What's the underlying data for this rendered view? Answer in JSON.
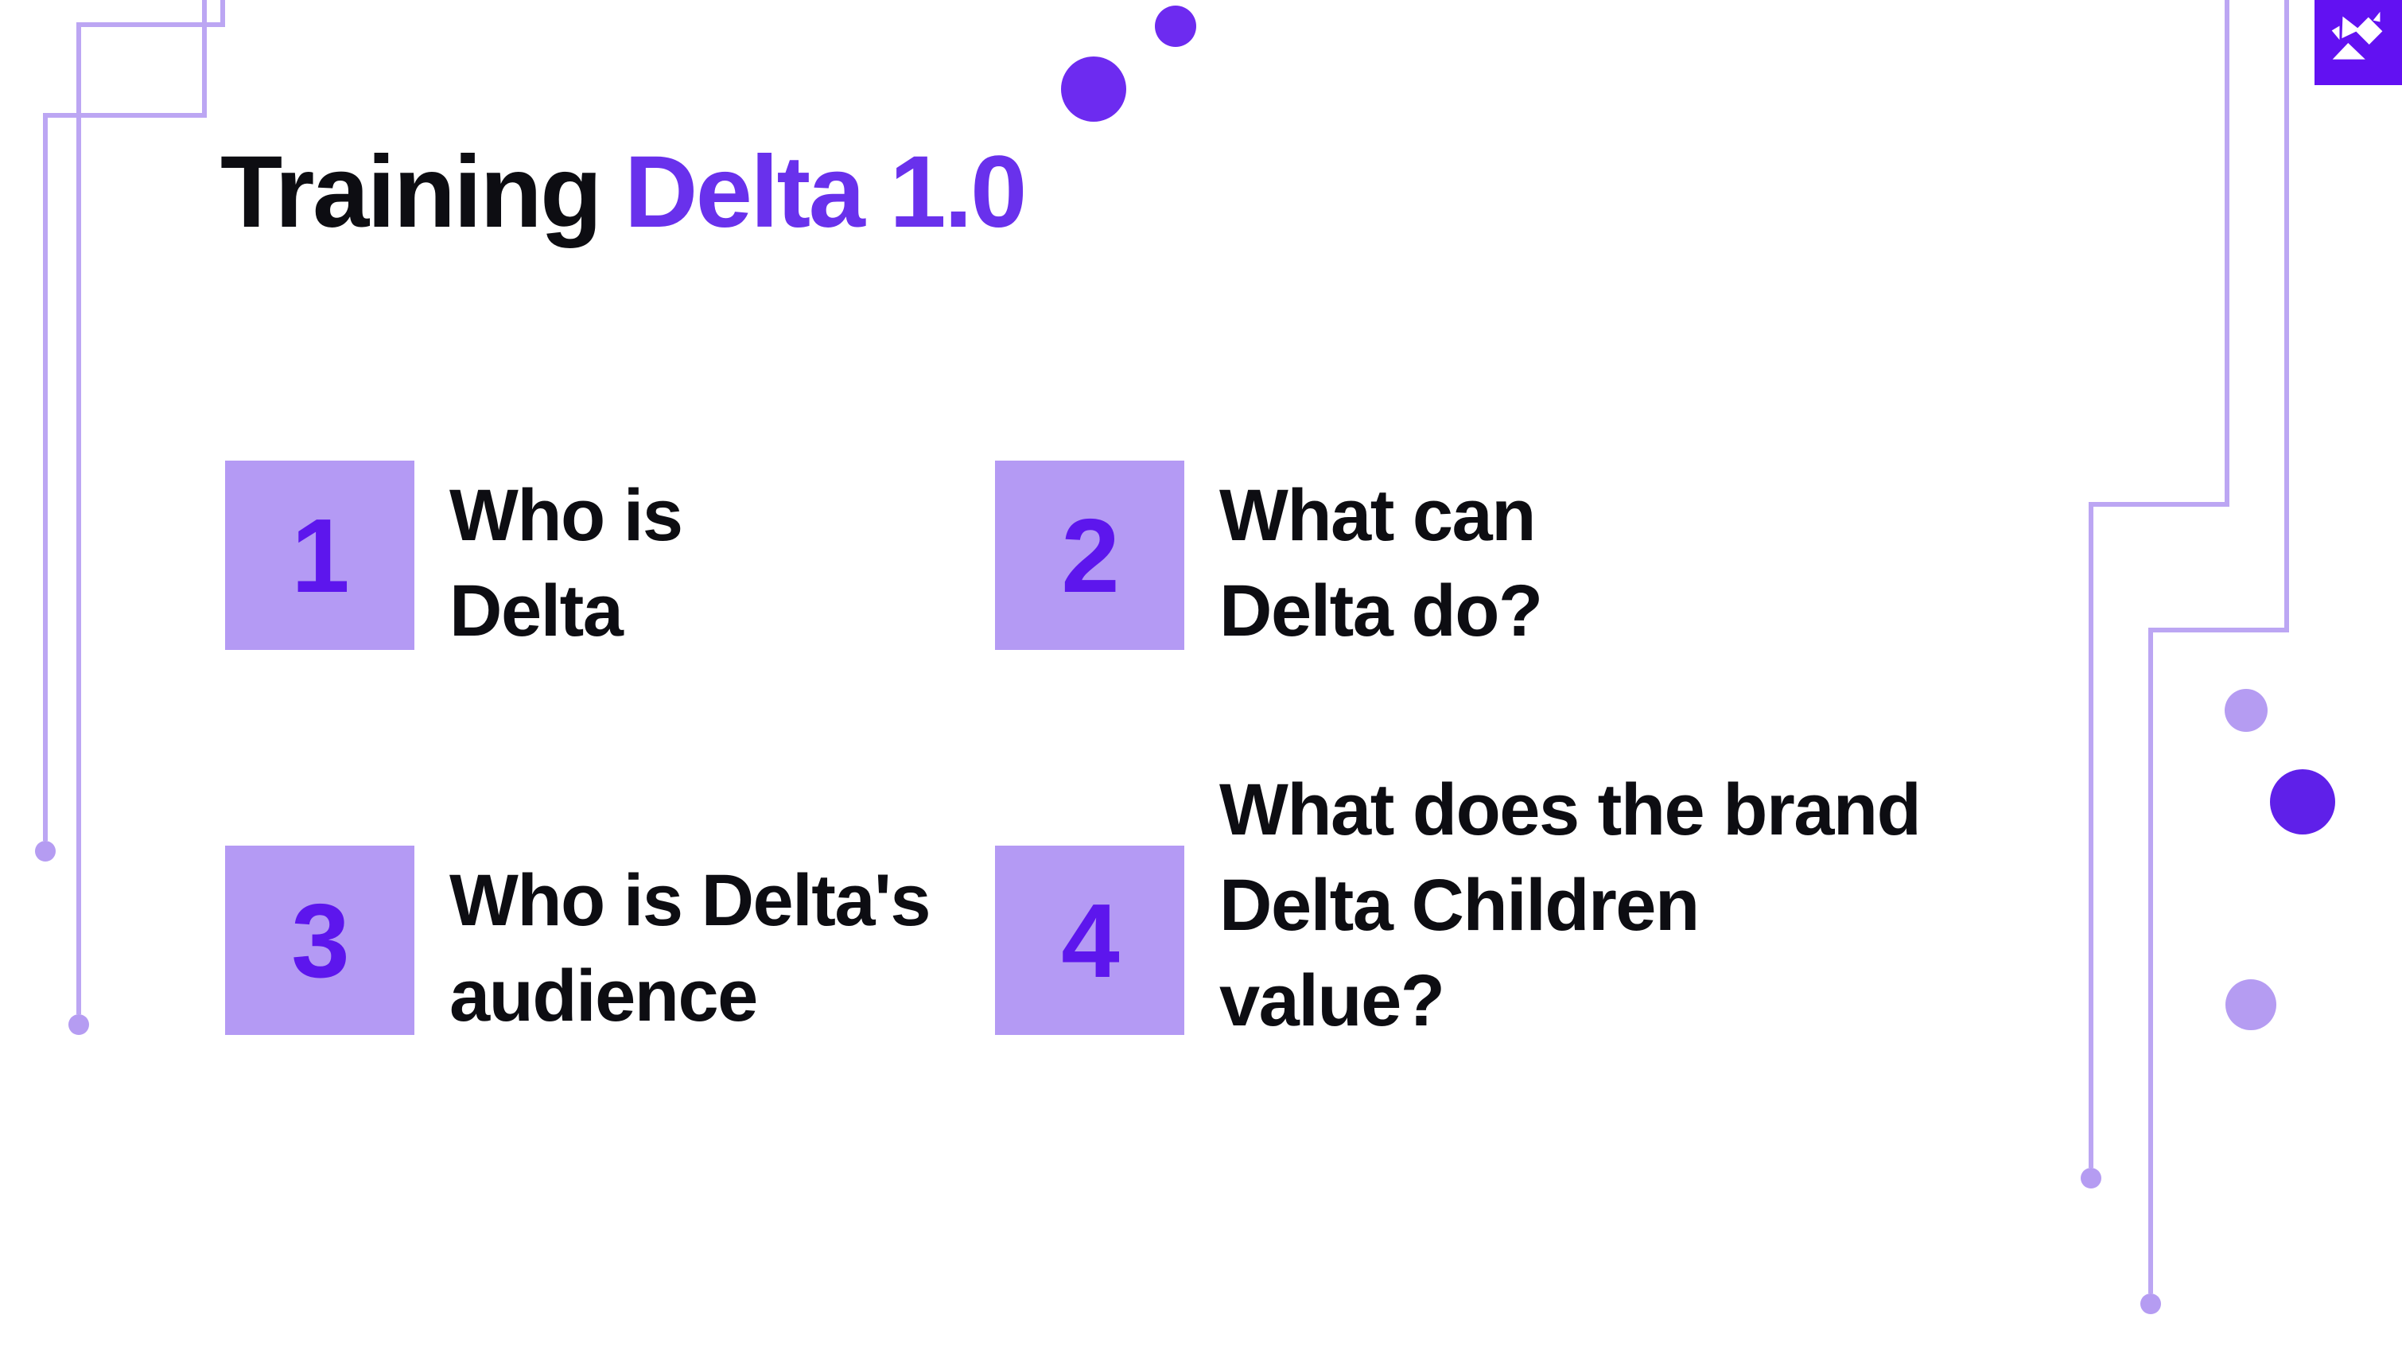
{
  "title": {
    "black": "Training",
    "accent": "Delta 1.0"
  },
  "topics": [
    {
      "number": "1",
      "label": "Who is\nDelta"
    },
    {
      "number": "2",
      "label": "What can\nDelta do?"
    },
    {
      "number": "3",
      "label": "Who is Delta's\naudience"
    },
    {
      "number": "4",
      "label": "What does the brand\nDelta Children\nvalue?"
    }
  ],
  "logo": {
    "icon": "origami-bird-icon"
  },
  "decor": {
    "icons": [
      "circuit-line-icon",
      "accent-dot-icon"
    ],
    "left_lines": 2,
    "right_lines": 2,
    "top_dots": 2,
    "right_dots": 3
  },
  "colors": {
    "accent": "#6931EC",
    "number": "#5D16ED",
    "box-bg": "#B49AF4",
    "logo-bg": "#6211F2",
    "dot-violet": "#6D2BF0",
    "dot-dark": "#5F20E9",
    "line": "#BCA6F3",
    "dot-light": "#B59CF2",
    "text": "#0D0D12",
    "page-bg": "#FFFFFF"
  }
}
